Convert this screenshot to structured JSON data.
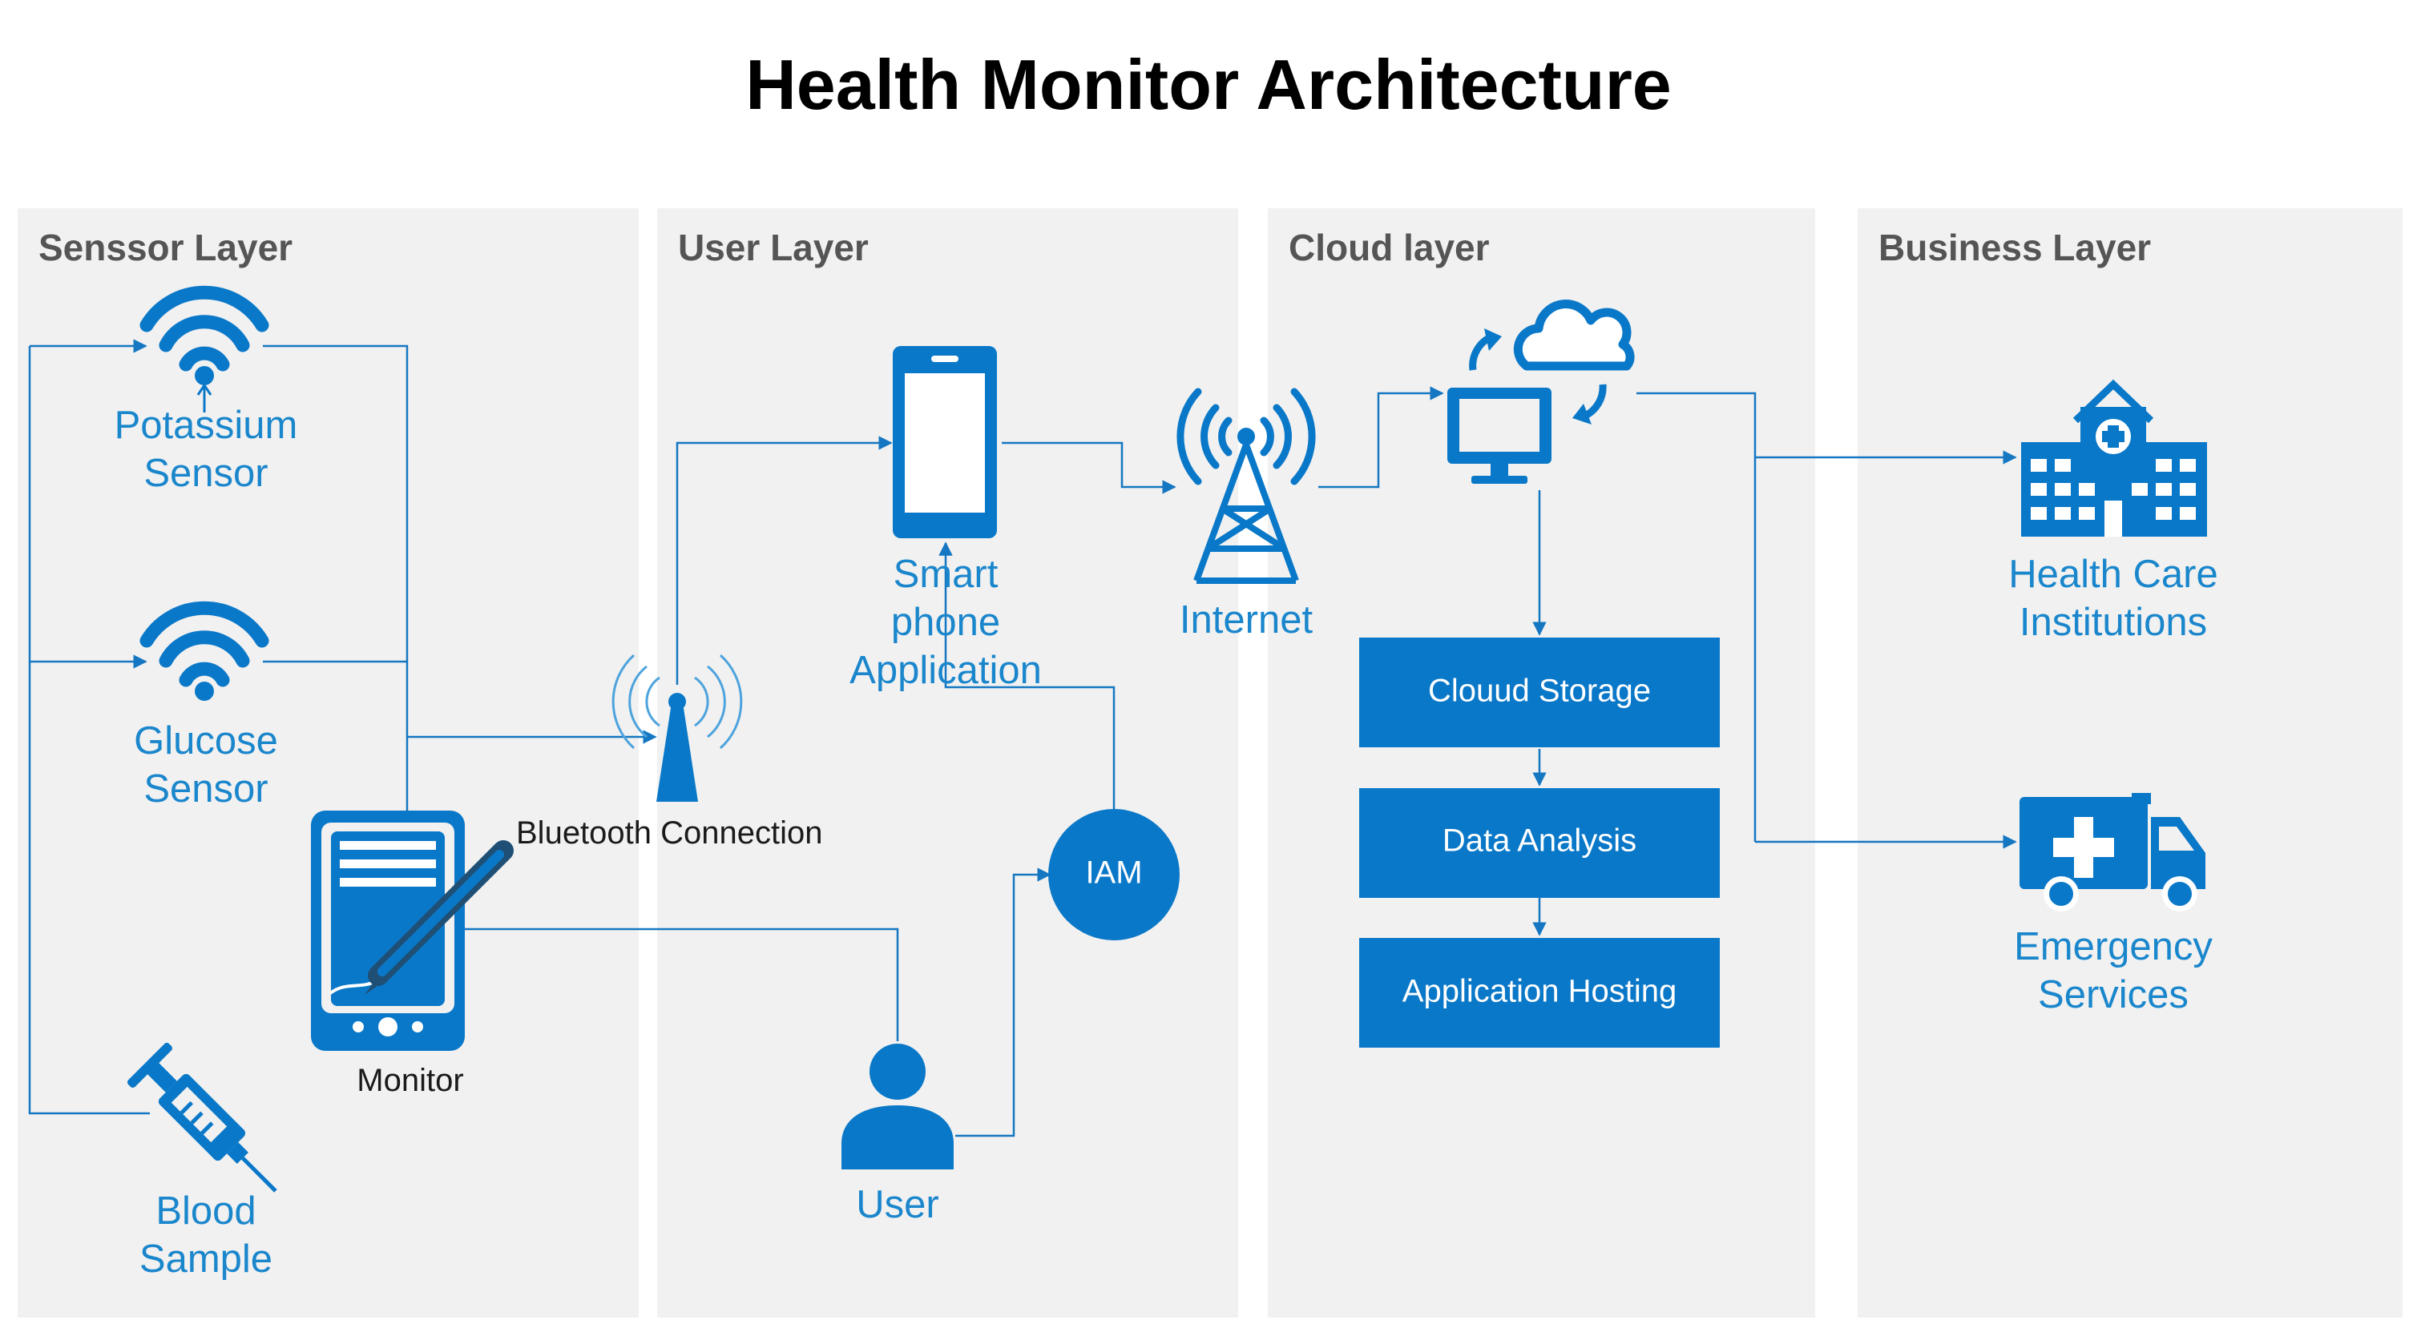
{
  "title": "Health Monitor Architecture",
  "colors": {
    "accent": "#0a78c8",
    "panel": "#f1f1f1",
    "label": "#1a86cc"
  },
  "layers": [
    {
      "label": "Senssor Layer"
    },
    {
      "label": "User Layer"
    },
    {
      "label": "Cloud layer"
    },
    {
      "label": "Business Layer"
    }
  ],
  "nodes": {
    "potassium": {
      "line1": "Potassium",
      "line2": "Sensor",
      "icon": "wifi-icon"
    },
    "glucose": {
      "line1": "Glucose",
      "line2": "Sensor",
      "icon": "wifi-icon"
    },
    "blood": {
      "line1": "Blood",
      "line2": "Sample",
      "icon": "syringe-icon"
    },
    "monitor": {
      "label": "Monitor",
      "icon": "tablet-pen-icon"
    },
    "bluetooth": {
      "label": "Bluetooth Connection",
      "icon": "antenna-icon"
    },
    "smartphone": {
      "line1": "Smart",
      "line2": "phone",
      "line3": "Application",
      "icon": "smartphone-icon"
    },
    "iam": {
      "label": "IAM"
    },
    "user": {
      "label": "User",
      "icon": "user-icon"
    },
    "internet": {
      "label": "Internet",
      "icon": "tower-icon"
    },
    "cloud": {
      "icon": "cloud-computer-icon"
    },
    "storage": {
      "label": "Clouud Storage"
    },
    "analysis": {
      "label": "Data Analysis"
    },
    "hosting": {
      "label": "Application Hosting"
    },
    "healthcare": {
      "line1": "Health Care",
      "line2": "Institutions",
      "icon": "hospital-icon"
    },
    "emergency": {
      "line1": "Emergency",
      "line2": "Services",
      "icon": "ambulance-icon"
    }
  }
}
